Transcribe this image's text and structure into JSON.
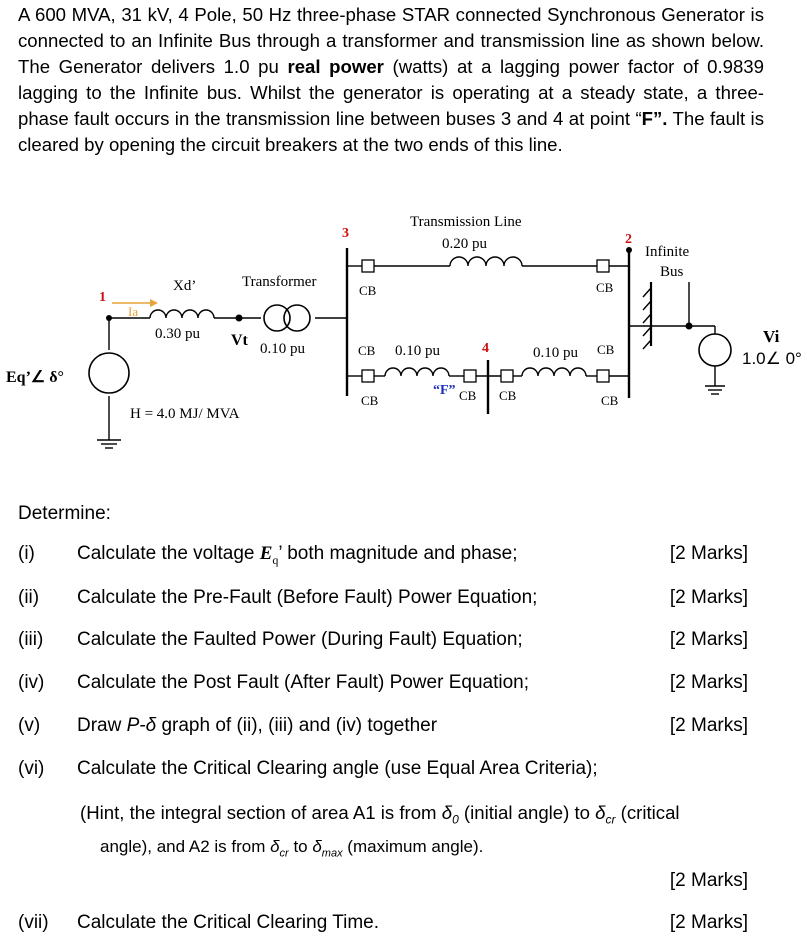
{
  "problem": {
    "part1": "A 600 MVA, 31 kV, 4 Pole, 50 Hz three-phase STAR connected Synchronous Generator is connected to an Infinite Bus through a transformer and transmission line as shown below. The Generator delivers 1.0 pu ",
    "bold1": "real power",
    "part2": " (watts) at a lagging power factor of 0.9839 lagging to the Infinite bus. Whilst the generator is operating at a steady state, a three-phase fault occurs in the transmission line between buses 3 and 4 at point “",
    "bold2": "F”.",
    "part3": " The fault is cleared by opening the circuit breakers at the two ends of this line."
  },
  "diagram": {
    "tl_label": "Transmission Line",
    "tl_impedance": "0.20 pu",
    "transformer_label": "Transformer",
    "transformer_impedance": "0.10 pu",
    "xd_label": "Xd’",
    "xd_impedance": "0.30 pu",
    "bus1": "1",
    "bus2": "2",
    "bus3": "3",
    "bus4": "4",
    "ia_label": "Ia",
    "vt_label": "Vt",
    "eq_label": "Eq’∠ δ°",
    "h_label": "H = 4.0 MJ/ MVA",
    "infinite_bus_label_1": "Infinite",
    "infinite_bus_label_2": "Bus",
    "vi_label": "Vi",
    "vi_value": "1.0∠ 0°",
    "line_34_impedance": "0.10 pu",
    "line_42_impedance": "0.10 pu",
    "fault_label": "“F”",
    "cb": "CB",
    "colors": {
      "bus_number": "#cc1010",
      "fault": "#1a2fbf",
      "current_arrow": "#e8a23a"
    }
  },
  "questions": {
    "heading": "Determine:",
    "items": [
      {
        "num": "(i)",
        "pre": "Calculate the voltage ",
        "sym": "E",
        "sub": "q",
        "post": "’  both magnitude and phase;",
        "marks": "[2 Marks]"
      },
      {
        "num": "(ii)",
        "text": "Calculate the Pre-Fault (Before Fault) Power Equation;",
        "marks": "[2 Marks]"
      },
      {
        "num": "(iii)",
        "text": "Calculate the Faulted Power (During Fault) Equation;",
        "marks": "[2 Marks]"
      },
      {
        "num": "(iv)",
        "text": "Calculate the Post Fault (After Fault) Power Equation;",
        "marks": "[2 Marks]"
      },
      {
        "num": "(v)",
        "pre": "Draw ",
        "ital": "P-δ",
        "post": " graph of (ii), (iii) and (iv) together",
        "marks": "[2 Marks]"
      },
      {
        "num": "(vi)",
        "text": "Calculate the Critical Clearing angle (use Equal Area Criteria);",
        "marks": "[2 Marks]"
      },
      {
        "num": "(vii)",
        "text": "Calculate the Critical Clearing Time.",
        "marks": "[2 Marks]"
      }
    ],
    "hint": {
      "a": "(Hint, the integral section of area A1 is from ",
      "d0": "δ",
      "d0sub": "0",
      "b": " (initial angle) to ",
      "dcr": "δ",
      "dcrsub": "cr",
      "c": " (critical",
      "d": "angle), and A2 is from ",
      "dcr2": "δ",
      "dcr2sub": "cr",
      "e": " to ",
      "dmax": "δ",
      "dmaxsub": "max",
      "f": " (maximum angle)."
    }
  }
}
